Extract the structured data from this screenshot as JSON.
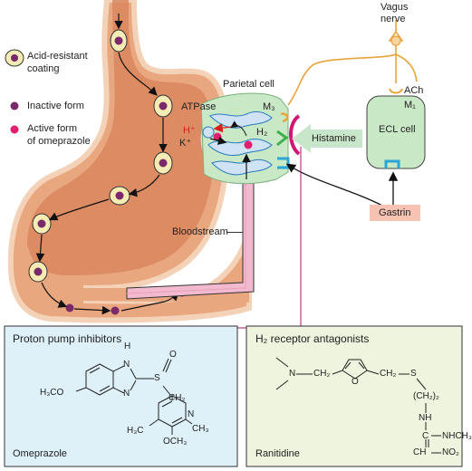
{
  "legend": {
    "acid_resistant_line1": "Acid-resistant",
    "acid_resistant_line2": "coating",
    "inactive": "Inactive form",
    "active_line1": "Active form",
    "active_line2": "of omeprazole"
  },
  "labels": {
    "vagus_line1": "Vagus",
    "vagus_line2": "nerve",
    "parietal_cell": "Parietal cell",
    "atpase": "ATPase",
    "h_plus": "H⁺",
    "k_plus": "K⁺",
    "m3": "M₃",
    "h2": "H₂",
    "ach": "ACh",
    "m1": "M₁",
    "ecl_cell": "ECL cell",
    "histamine": "Histamine",
    "gastrin": "Gastrin",
    "bloodstream": "Bloodstream"
  },
  "panels": {
    "ppi_title": "Proton pump inhibitors",
    "ppi_drug": "Omeprazole",
    "h2_title": "H₂ receptor antagonists",
    "h2_drug": "Ranitidine"
  },
  "omeprazole": {
    "h": "H",
    "n1": "N",
    "n2": "N",
    "s": "S",
    "o": "O",
    "h3co": "H₃CO",
    "ch2": "CH₂",
    "n3": "N",
    "h3c": "H₃C",
    "ch3": "CH₃",
    "och3": "OCH₃"
  },
  "ranitidine": {
    "nme2": "N",
    "ch2a": "CH₂",
    "o": "O",
    "ch2b": "CH₂",
    "s": "S",
    "ch22": "(CH₂)₂",
    "nh1": "NH",
    "c": "C",
    "nhch3": "NHCH₃",
    "ch": "CH",
    "no2": "NO₂"
  },
  "colors": {
    "stomach_fill": "#e9a77f",
    "stomach_inner": "#d7825a",
    "stomach_border": "#f3d2b8",
    "coating": "#f4ecb4",
    "inactive_dot": "#7a2a6a",
    "active_dot": "#e0206e",
    "parietal_fill": "#c9e8c6",
    "canaliculi": "#cfe3f5",
    "nerve": "#e8a43c",
    "blood_vessel": "#f2b9cf",
    "gastrin_box": "#f7c2b2",
    "histamine_arrow": "#c8e6c9",
    "ppi_panel": "#def0f8",
    "h2_panel": "#eef4dd",
    "antagonist_line": "#b0137a",
    "h2_receptor": "#3db04b",
    "gastrin_receptor": "#2aa5d5",
    "m3_receptor": "#e8a43c"
  }
}
